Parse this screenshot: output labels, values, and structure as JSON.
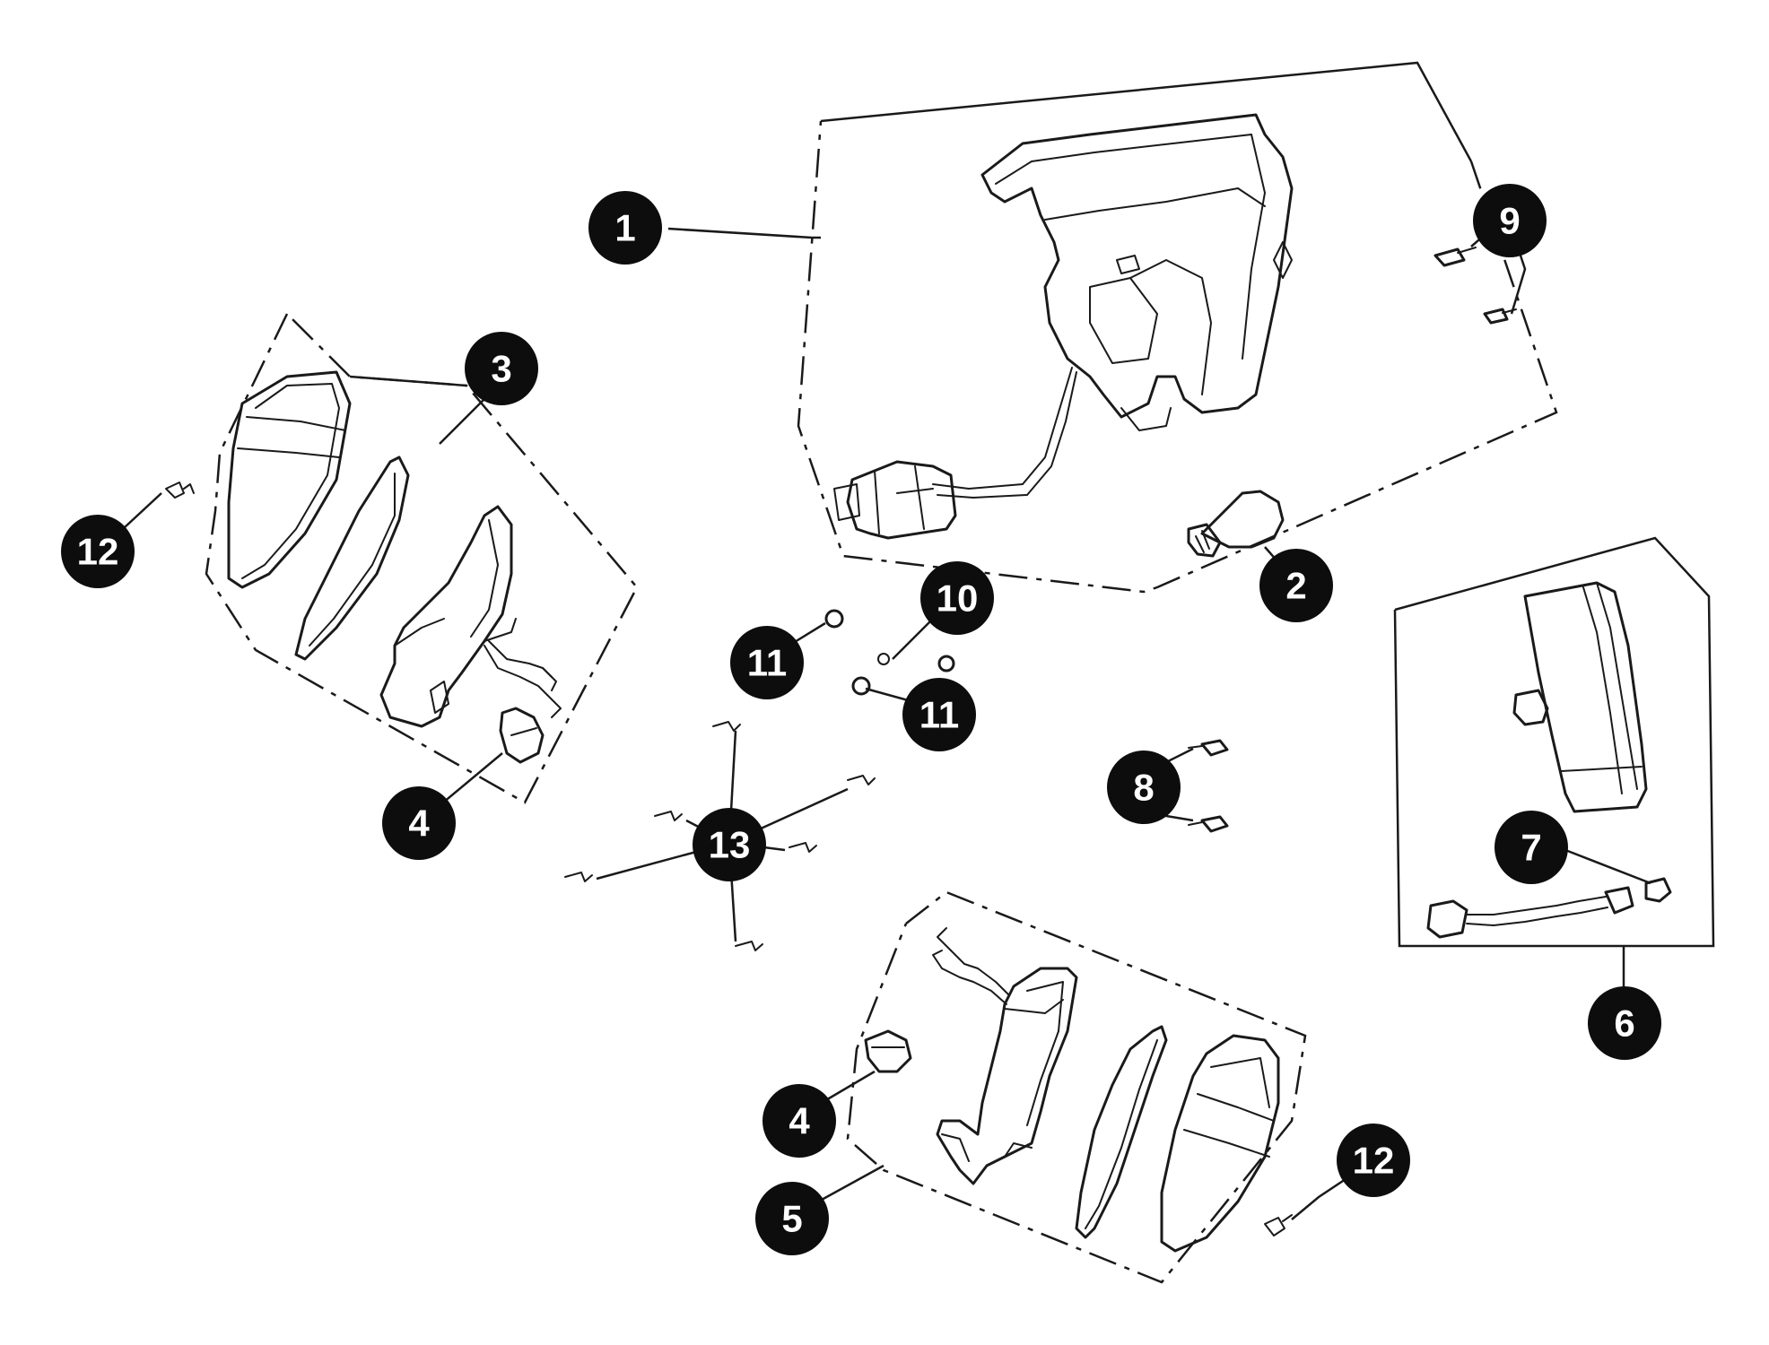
{
  "callouts": [
    {
      "id": "c1",
      "label": "1"
    },
    {
      "id": "c2",
      "label": "2"
    },
    {
      "id": "c3",
      "label": "3"
    },
    {
      "id": "c4a",
      "label": "4"
    },
    {
      "id": "c4b",
      "label": "4"
    },
    {
      "id": "c5",
      "label": "5"
    },
    {
      "id": "c6",
      "label": "6"
    },
    {
      "id": "c7",
      "label": "7"
    },
    {
      "id": "c8",
      "label": "8"
    },
    {
      "id": "c9",
      "label": "9"
    },
    {
      "id": "c10",
      "label": "10"
    },
    {
      "id": "c11a",
      "label": "11"
    },
    {
      "id": "c11b",
      "label": "11"
    },
    {
      "id": "c12a",
      "label": "12"
    },
    {
      "id": "c12b",
      "label": "12"
    },
    {
      "id": "c13",
      "label": "13"
    }
  ],
  "colors": {
    "line": "#1a1a1a",
    "callout": "#0d0d0d",
    "callout_text": "#ffffff",
    "background": "#ffffff"
  }
}
